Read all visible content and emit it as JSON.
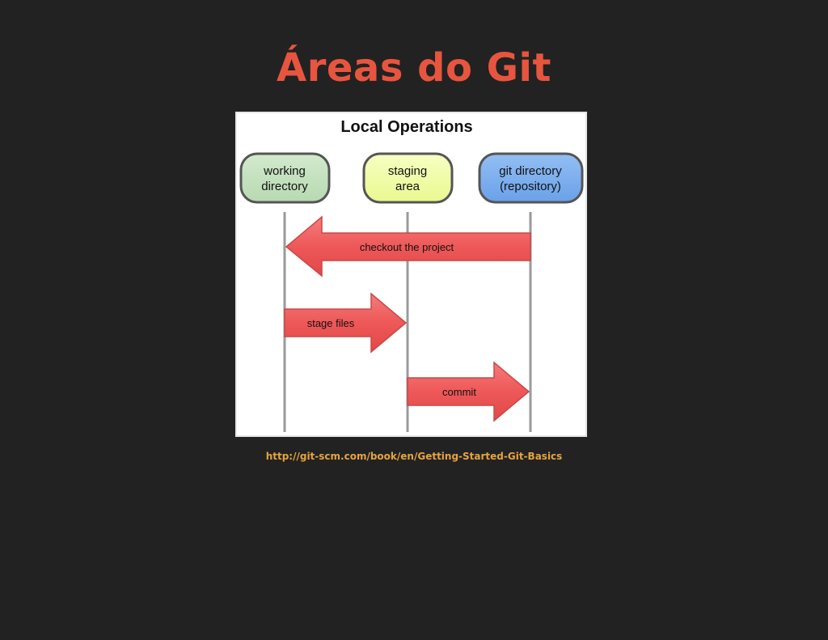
{
  "slide": {
    "title": "Áreas do Git",
    "source_link": "http://git-scm.com/book/en/Getting-Started-Git-Basics"
  },
  "diagram": {
    "title": "Local Operations",
    "areas": [
      {
        "line1": "working",
        "line2": "directory",
        "color": "#C3E2BE"
      },
      {
        "line1": "staging",
        "line2": "area",
        "color": "#F1FCA6"
      },
      {
        "line1": "git directory",
        "line2": "(repository)",
        "color": "#7CAEEE"
      }
    ],
    "operations": [
      {
        "label": "checkout the project",
        "from": "git directory",
        "to": "working directory"
      },
      {
        "label": "stage files",
        "from": "working directory",
        "to": "staging area"
      },
      {
        "label": "commit",
        "from": "staging area",
        "to": "git directory"
      }
    ],
    "colors": {
      "title_accent": "#E7553F",
      "link": "#E5A43D",
      "background": "#222222",
      "arrow_fill": "#F05A5A",
      "arrow_stroke": "#C84848"
    }
  }
}
